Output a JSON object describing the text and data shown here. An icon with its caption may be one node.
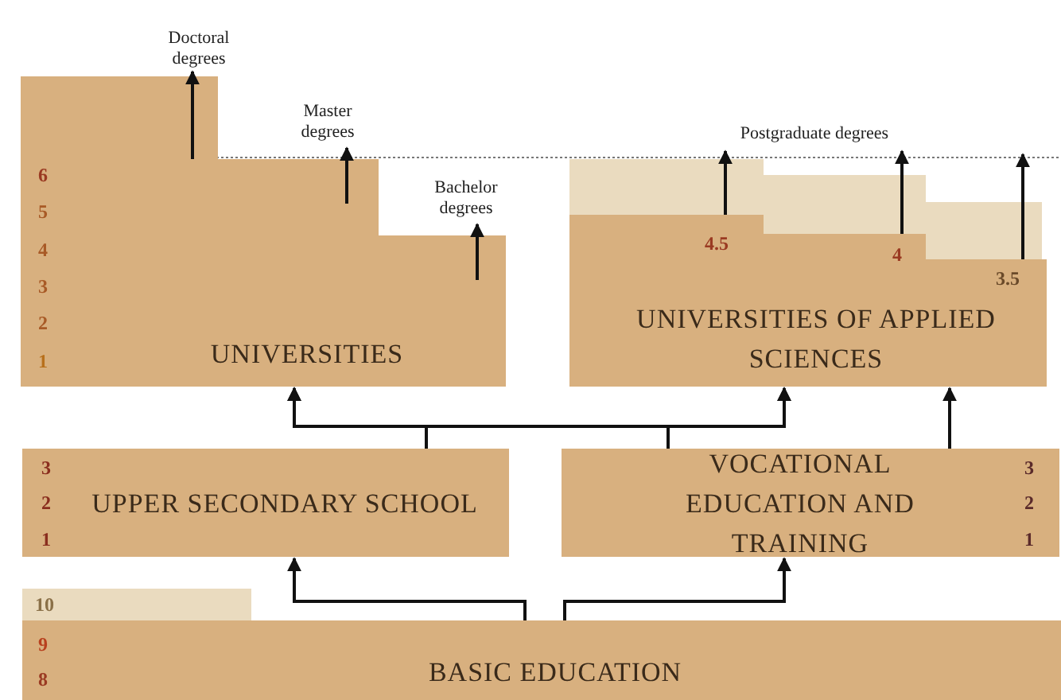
{
  "diagram": {
    "nodes": [
      {
        "text": [
          "UNIVERSITIES"
        ]
      },
      {
        "text": [
          "Doctoral degrees"
        ]
      },
      {
        "text": [
          "Master degrees"
        ]
      },
      {
        "text": [
          "Bachelor degrees"
        ]
      },
      {
        "text": [
          "UNIVERSITIES OF APPLIED SCIENCES"
        ]
      },
      {
        "text": [
          "Postgraduate degrees"
        ]
      },
      {
        "text": [
          "UPPER SECONDARY SCHOOL"
        ]
      },
      {
        "text": [
          "VOCATIONAL EDUCATION AND TRAINING"
        ]
      },
      {
        "text": [
          "BASIC EDUCATION"
        ]
      }
    ],
    "edges": [
      {
        "from": 6,
        "to": 0,
        "arrow": "to"
      },
      {
        "from": 6,
        "to": 4,
        "arrow": "to"
      },
      {
        "from": 7,
        "to": 0,
        "arrow": "to"
      },
      {
        "from": 7,
        "to": 4,
        "arrow": "to"
      },
      {
        "from": 7,
        "to": 4,
        "arrow": "to"
      },
      {
        "from": 8,
        "to": 6,
        "arrow": "to"
      },
      {
        "from": 8,
        "to": 7,
        "arrow": "to"
      },
      {
        "from": 0,
        "to": 1,
        "arrow": "to"
      },
      {
        "from": 0,
        "to": 2,
        "arrow": "to"
      },
      {
        "from": 0,
        "to": 3,
        "arrow": "to"
      },
      {
        "from": 4,
        "to": 5,
        "arrow": "to"
      },
      {
        "from": 4,
        "to": 5,
        "arrow": "to"
      },
      {
        "from": 4,
        "to": null,
        "arrow": "to"
      }
    ],
    "labels": [
      "6",
      "5",
      "4",
      "3",
      "2",
      "1",
      "4.5",
      "4",
      "3.5",
      "3",
      "2",
      "1",
      "3",
      "2",
      "1",
      "10",
      "9",
      "8"
    ]
  }
}
